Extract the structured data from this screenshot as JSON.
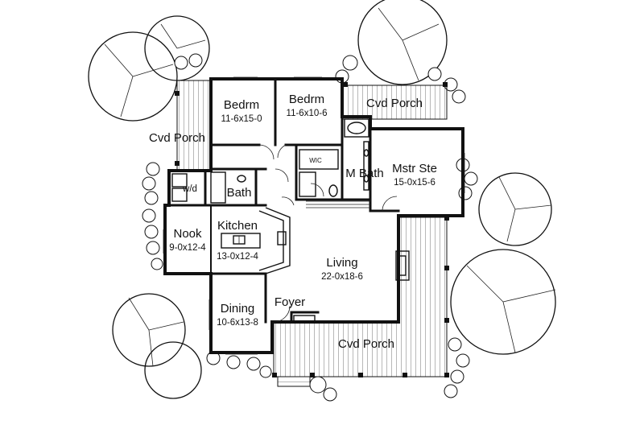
{
  "rooms": {
    "cvd_porch_left": {
      "name": "Cvd Porch"
    },
    "bedrm_1": {
      "name": "Bedrm",
      "dim": "11-6x15-0"
    },
    "bedrm_2": {
      "name": "Bedrm",
      "dim": "11-6x10-6"
    },
    "cvd_porch_right": {
      "name": "Cvd Porch"
    },
    "wic": {
      "name": "WIC"
    },
    "w_d": {
      "name": "w/d"
    },
    "bath": {
      "name": "Bath"
    },
    "m_bath": {
      "name": "M Bath"
    },
    "mstr_ste": {
      "name": "Mstr Ste",
      "dim": "15-0x15-6"
    },
    "nook": {
      "name": "Nook",
      "dim": "9-0x12-4"
    },
    "kitchen": {
      "name": "Kitchen",
      "dim": "13-0x12-4"
    },
    "living": {
      "name": "Living",
      "dim": "22-0x18-6"
    },
    "foyer": {
      "name": "Foyer"
    },
    "dining": {
      "name": "Dining",
      "dim": "10-6x13-8"
    },
    "cvd_porch_front": {
      "name": "Cvd Porch"
    }
  }
}
